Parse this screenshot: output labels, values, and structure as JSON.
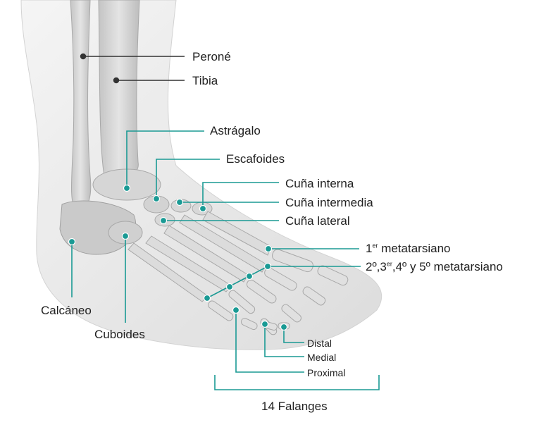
{
  "colors": {
    "leader": "#1a9a94",
    "leader_dark": "#333333",
    "skin": "#e6e6e6",
    "bone": "#d2d2d2",
    "text": "#222222"
  },
  "labels": {
    "perone": "Peroné",
    "tibia": "Tibia",
    "astragalo": "Astrágalo",
    "escafoides": "Escafoides",
    "cuna_interna": "Cuña interna",
    "cuna_intermedia": "Cuña intermedia",
    "cuna_lateral": "Cuña lateral",
    "metatarsiano_1_num": "1",
    "metatarsiano_1_sup": "er",
    "metatarsiano_1_text": " metatarsiano",
    "metatarsianos_a": "2º,3",
    "metatarsianos_sup": "er",
    "metatarsianos_b": ",4º y 5º metatarsiano",
    "calcaneo": "Calcáneo",
    "cuboides": "Cuboides",
    "distal": "Distal",
    "medial": "Medial",
    "proximal": "Proximal",
    "falanges": "14 Falanges"
  }
}
